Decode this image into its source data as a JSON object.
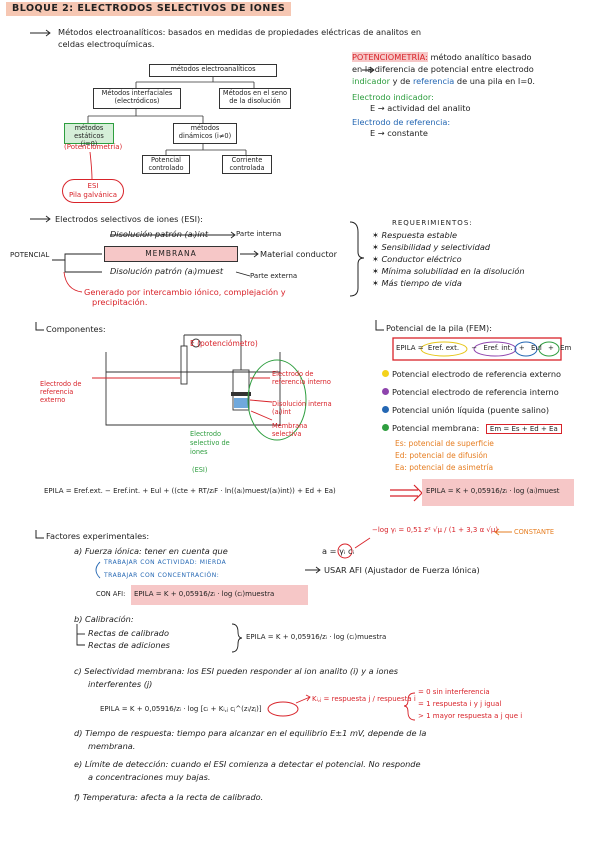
{
  "title": "BLOQUE 2: ELECTRODOS SELECTIVOS DE IONES",
  "intro": {
    "line1": "Métodos electroanalíticos: basados en medidas de propiedades eléctricas de analitos en",
    "line2": "celdas electroquímicas."
  },
  "tree": {
    "root": "métodos electroanalíticos",
    "left": "Métodos interfaciales (electródicos)",
    "right": "Métodos en el seno de la disolución",
    "static": "métodos estáticos (i=0)",
    "dynamic": "métodos dinámicos (i≠0)",
    "potentiometry": "(Potenciometría)",
    "controlled_potential": "Potencial controlado",
    "controlled_current": "Corriente controlada",
    "esi": "ESI",
    "galvanic": "Pila galvánica"
  },
  "potentiometry": {
    "term": "POTENCIOMETRÍA:",
    "line1": "método analítico basado",
    "line2": "en la diferencia de potencial entre electrodo",
    "line3a": "indicador",
    "line3b": "y de",
    "line3c": "referencia",
    "line3d": "de una pila en I=0.",
    "indicator_label": "Electrodo indicador:",
    "indicator_desc": "E → actividad del analito",
    "reference_label": "Electrodo de referencia:",
    "reference_desc": "E → constante"
  },
  "esi_section": {
    "heading": "Electrodos selectivos de iones (ESI):",
    "internal": "Disolución patrón (aᵢ)int",
    "internal_note": "Parte interna",
    "potential": "POTENCIAL",
    "membrane": "MEMBRANA",
    "conductor": "Material conductor",
    "external": "Disolución patrón (aᵢ)muest",
    "external_note": "Parte externa",
    "generated": "Generado por intercambio iónico, complejación y",
    "generated2": "precipitación."
  },
  "requirements": {
    "heading": "REQUERIMIENTOS:",
    "items": [
      "Respuesta estable",
      "Sensibilidad y selectividad",
      "Conductor eléctrico",
      "Mínima solubilidad en la disolución",
      "Más tiempo de vida"
    ]
  },
  "components": {
    "heading": "Componentes:",
    "e_label": "E (potenciómetro)",
    "ext_ref": "Electrodo de referencia externo",
    "int_ref": "Electrodo de referencia interno",
    "int_sol": "Disolución interna (aᵢ)int",
    "membrane": "Membrana selectiva",
    "selective": "Electrodo selectivo de iones",
    "esi": "(ESI)"
  },
  "cell_potential": {
    "heading": "Potencial de la pila (FEM):",
    "epila": "EPILA =",
    "e_ext": "Eref. ext.",
    "e_int": "Eref. int.",
    "e_ul": "Eul",
    "e_m": "Em",
    "legend": [
      "Potencial electrodo de referencia externo",
      "Potencial electrodo de referencia interno",
      "Potencial unión líquida (puente salino)",
      "Potencial membrana:"
    ],
    "legend_colors": [
      "#f3d21b",
      "#8e44ad",
      "#2467b3",
      "#2e9e3f"
    ],
    "membrane_eq": "Em = Es + Ed + Ea",
    "es": "Es: potencial de superficie",
    "ed": "Ed: potencial de difusión",
    "ea": "Ea: potencial de asimetría"
  },
  "main_equation": {
    "left": "EPILA = Eref.ext. − Eref.int. + Eul + ((cte + RT/zᵢF · ln((aᵢ)muest/(aᵢ)int)) + Ed + Ea)",
    "right": "EPILA = K + 0,05916/zᵢ · log (aᵢ)muest"
  },
  "factors": {
    "heading": "Factores experimentales:",
    "a_text": "a) Fuerza iónica: tener en cuenta que",
    "a_eq": "a = γᵢ cᵢ",
    "gamma_eq": "−log γᵢ = 0,51 z² √μ / (1 + 3,3 α √μ)",
    "constant": "CONSTANTE",
    "activity": "TRABAJAR CON ACTIVIDAD: MIERDA",
    "concentration": "TRABAJAR CON CONCENTRACIÓN:",
    "afi": "USAR AFI (Ajustador de Fuerza Iónica)",
    "con_afi": "CON AFI:",
    "afi_eq": "EPILA = K + 0,05916/zᵢ · log (cᵢ)muestra",
    "b_text": "b) Calibración:",
    "b_items": [
      "Rectas de calibrado",
      "Rectas de adiciones"
    ],
    "b_eq": "EPILA = K + 0,05916/zᵢ · log (cᵢ)muestra",
    "c_text": "c) Selectividad membrana: los ESI pueden responder al ion analito (i) y a iones",
    "c_text2": "interferentes (j)",
    "c_eq": "EPILA = K + 0,05916/zᵢ · log [cᵢ + Kᵢ,ⱼ cⱼ^(zᵢ/zⱼ)]",
    "k_eq": "Kᵢ,ⱼ = respuesta j / respuesta i",
    "k_items": [
      "= 0 sin interferencia",
      "= 1 respuesta i y j igual",
      "> 1 mayor respuesta a j que i"
    ],
    "d_text": "d) Tiempo de respuesta: tiempo para alcanzar en el equilibrio E±1 mV, depende de la",
    "d_text2": "membrana.",
    "e_text": "e) Límite de detección: cuando el ESI comienza a detectar el potencial. No responde",
    "e_text2": "a concentraciones muy bajas.",
    "f_text": "f) Temperatura: afecta a la recta de calibrado."
  }
}
